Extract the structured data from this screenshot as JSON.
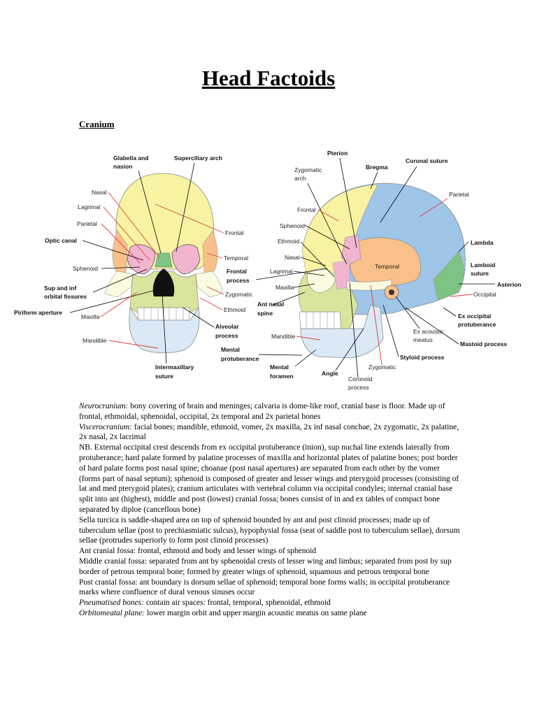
{
  "title": "Head Factoids",
  "section": "Cranium",
  "colors": {
    "bone_yellow": "#f7f3a2",
    "bone_light": "#fbfbe2",
    "mandible_blue": "#dbe9f6",
    "parietal_blue": "#9fc5e8",
    "temporal_orange": "#f9c08a",
    "occipital_green": "#7dc383",
    "sphenoid_pink": "#f2b5cf",
    "maxilla_olive": "#d9e59c",
    "label_line_red": "#e03a3a"
  },
  "figure_front": {
    "labels": {
      "glabella": "Glabella and",
      "glabella2": "nasion",
      "superciliary": "Superciliary arch",
      "nasal": "Nasal",
      "lagrimal": "Lagrimal",
      "parietal": "Parietal",
      "optic": "Optic canal",
      "sphenoid": "Sphenoid",
      "sup_inf": "Sup and inf",
      "orbital": "orbital fissures",
      "piriform": "Piriform aperture",
      "maxilla": "Maxilla",
      "mandible": "Mandible",
      "frontal": "Frontal",
      "temporal": "Temporal",
      "zygomatic": "Zygomatic",
      "ethmoid": "Ethmoid",
      "alveolar": "Alveolar",
      "alveolar2": "process",
      "intermax": "Intermaxillary",
      "intermax2": "suture"
    }
  },
  "figure_side": {
    "labels": {
      "pterion": "Pterion",
      "zygarch": "Zygomatic",
      "zygarch2": "arch",
      "bregma": "Bregma",
      "coronal": "Coronal suture",
      "parietal": "Parietal",
      "frontal": "Frontal",
      "sphenoid": "Sphenoid",
      "ethmoid": "Ethmoid",
      "nasal": "Nasal",
      "frontal_process": "Frontal",
      "frontal_process2": "process",
      "lagrimal": "Lagrimal",
      "maxilla": "Maxilla",
      "antnasal": "Ant nasal",
      "antnasal2": "spine",
      "temporal": "Temporal",
      "lambda": "Lambda",
      "lamboid": "Lamboid",
      "lamboid2": "suture",
      "asterion": "Asterion",
      "occipital": "Occipital",
      "exocc": "Ex occipital",
      "exocc2": "protuberance",
      "exac": "Ex acoustic",
      "exac2": "meatus",
      "mastoid": "Mastoid process",
      "styloid": "Styloid process",
      "mandible": "Mandible",
      "mental_prot": "Mental",
      "mental_prot2": "protuberance",
      "mental_for": "Mental",
      "mental_for2": "foramen",
      "angle": "Angle",
      "coronoid": "Coronoid",
      "coronoid2": "process",
      "zygomatic": "Zygomatic"
    }
  },
  "notes": {
    "p1_term": "Neurocranium:",
    "p1_text": " bony covering of brain and meninges; calvaria is dome-like roof, cranial base is floor. Made up of frontal, ethmoidal, sphenoidal, occipital, 2x temporal and 2x parietal bones",
    "p2_term": "Viscerocranium:",
    "p2_text": " facial bones; mandible, ethmoid, vomer, 2x maxilla, 2x inf nasal conchae, 2x zygomatic, 2x palatine, 2x nasal, 2x lacrimal",
    "p3": "NB. External occipital crest descends from ex occipital protuberance (inion), sup nuchal line extends laterally from protuberance; hard palate formed by palatine processes of maxilla and horizontal plates of palatine bones; post border of hard palate forms post nasal spine; choanae (post nasal apertures) are separated from each other by the vomer (forms part of nasal septum); sphenoid is composed of greater and lesser wings and pterygoid processes (consisting of lat and med pterygoid plates); cranium articulates with vertebral column via occipital condyles; internal cranial base split into ant (highest), middle and post (lowest) cranial fossa; bones consist of in and ex tables of compact bone separated by diploe (cancellous bone)",
    "p4": "Sella turcica is saddle-shaped area on top of sphenoid bounded by ant and post clinoid processes; made up of tuberculum sellae (post to prechiasmiatic sulcus), hypophysial fossa (seat of saddle post to tuberculum sellae), dorsum sellae (protrudes superiorly to form post clinoid processes)",
    "p5": "Ant cranial fossa: frontal, ethmoid and body and lesser wings of sphenoid",
    "p6": "Middle cranial fossa: separated from ant by sphenoidal crests of lesser wing and limbus; separated from post by sup border of petrous temporal bone; formed by greater wings of sphenoid, squamous and petrous temporal bone",
    "p7": "Post cranial fossa: ant boundary is dorsum sellae of sphenoid; temporal bone forms walls; in occipital protuberance marks where confluence of dural venous sinuses occur",
    "p8_term": "Pneumatised bones:",
    "p8_text": " contain air spaces: frontal, temporal, sphenoidal, ethmoid",
    "p9_term": "Orbitomeatal plane:",
    "p9_text": " lower margin orbit and upper margin acoustic meatus on same plane"
  }
}
